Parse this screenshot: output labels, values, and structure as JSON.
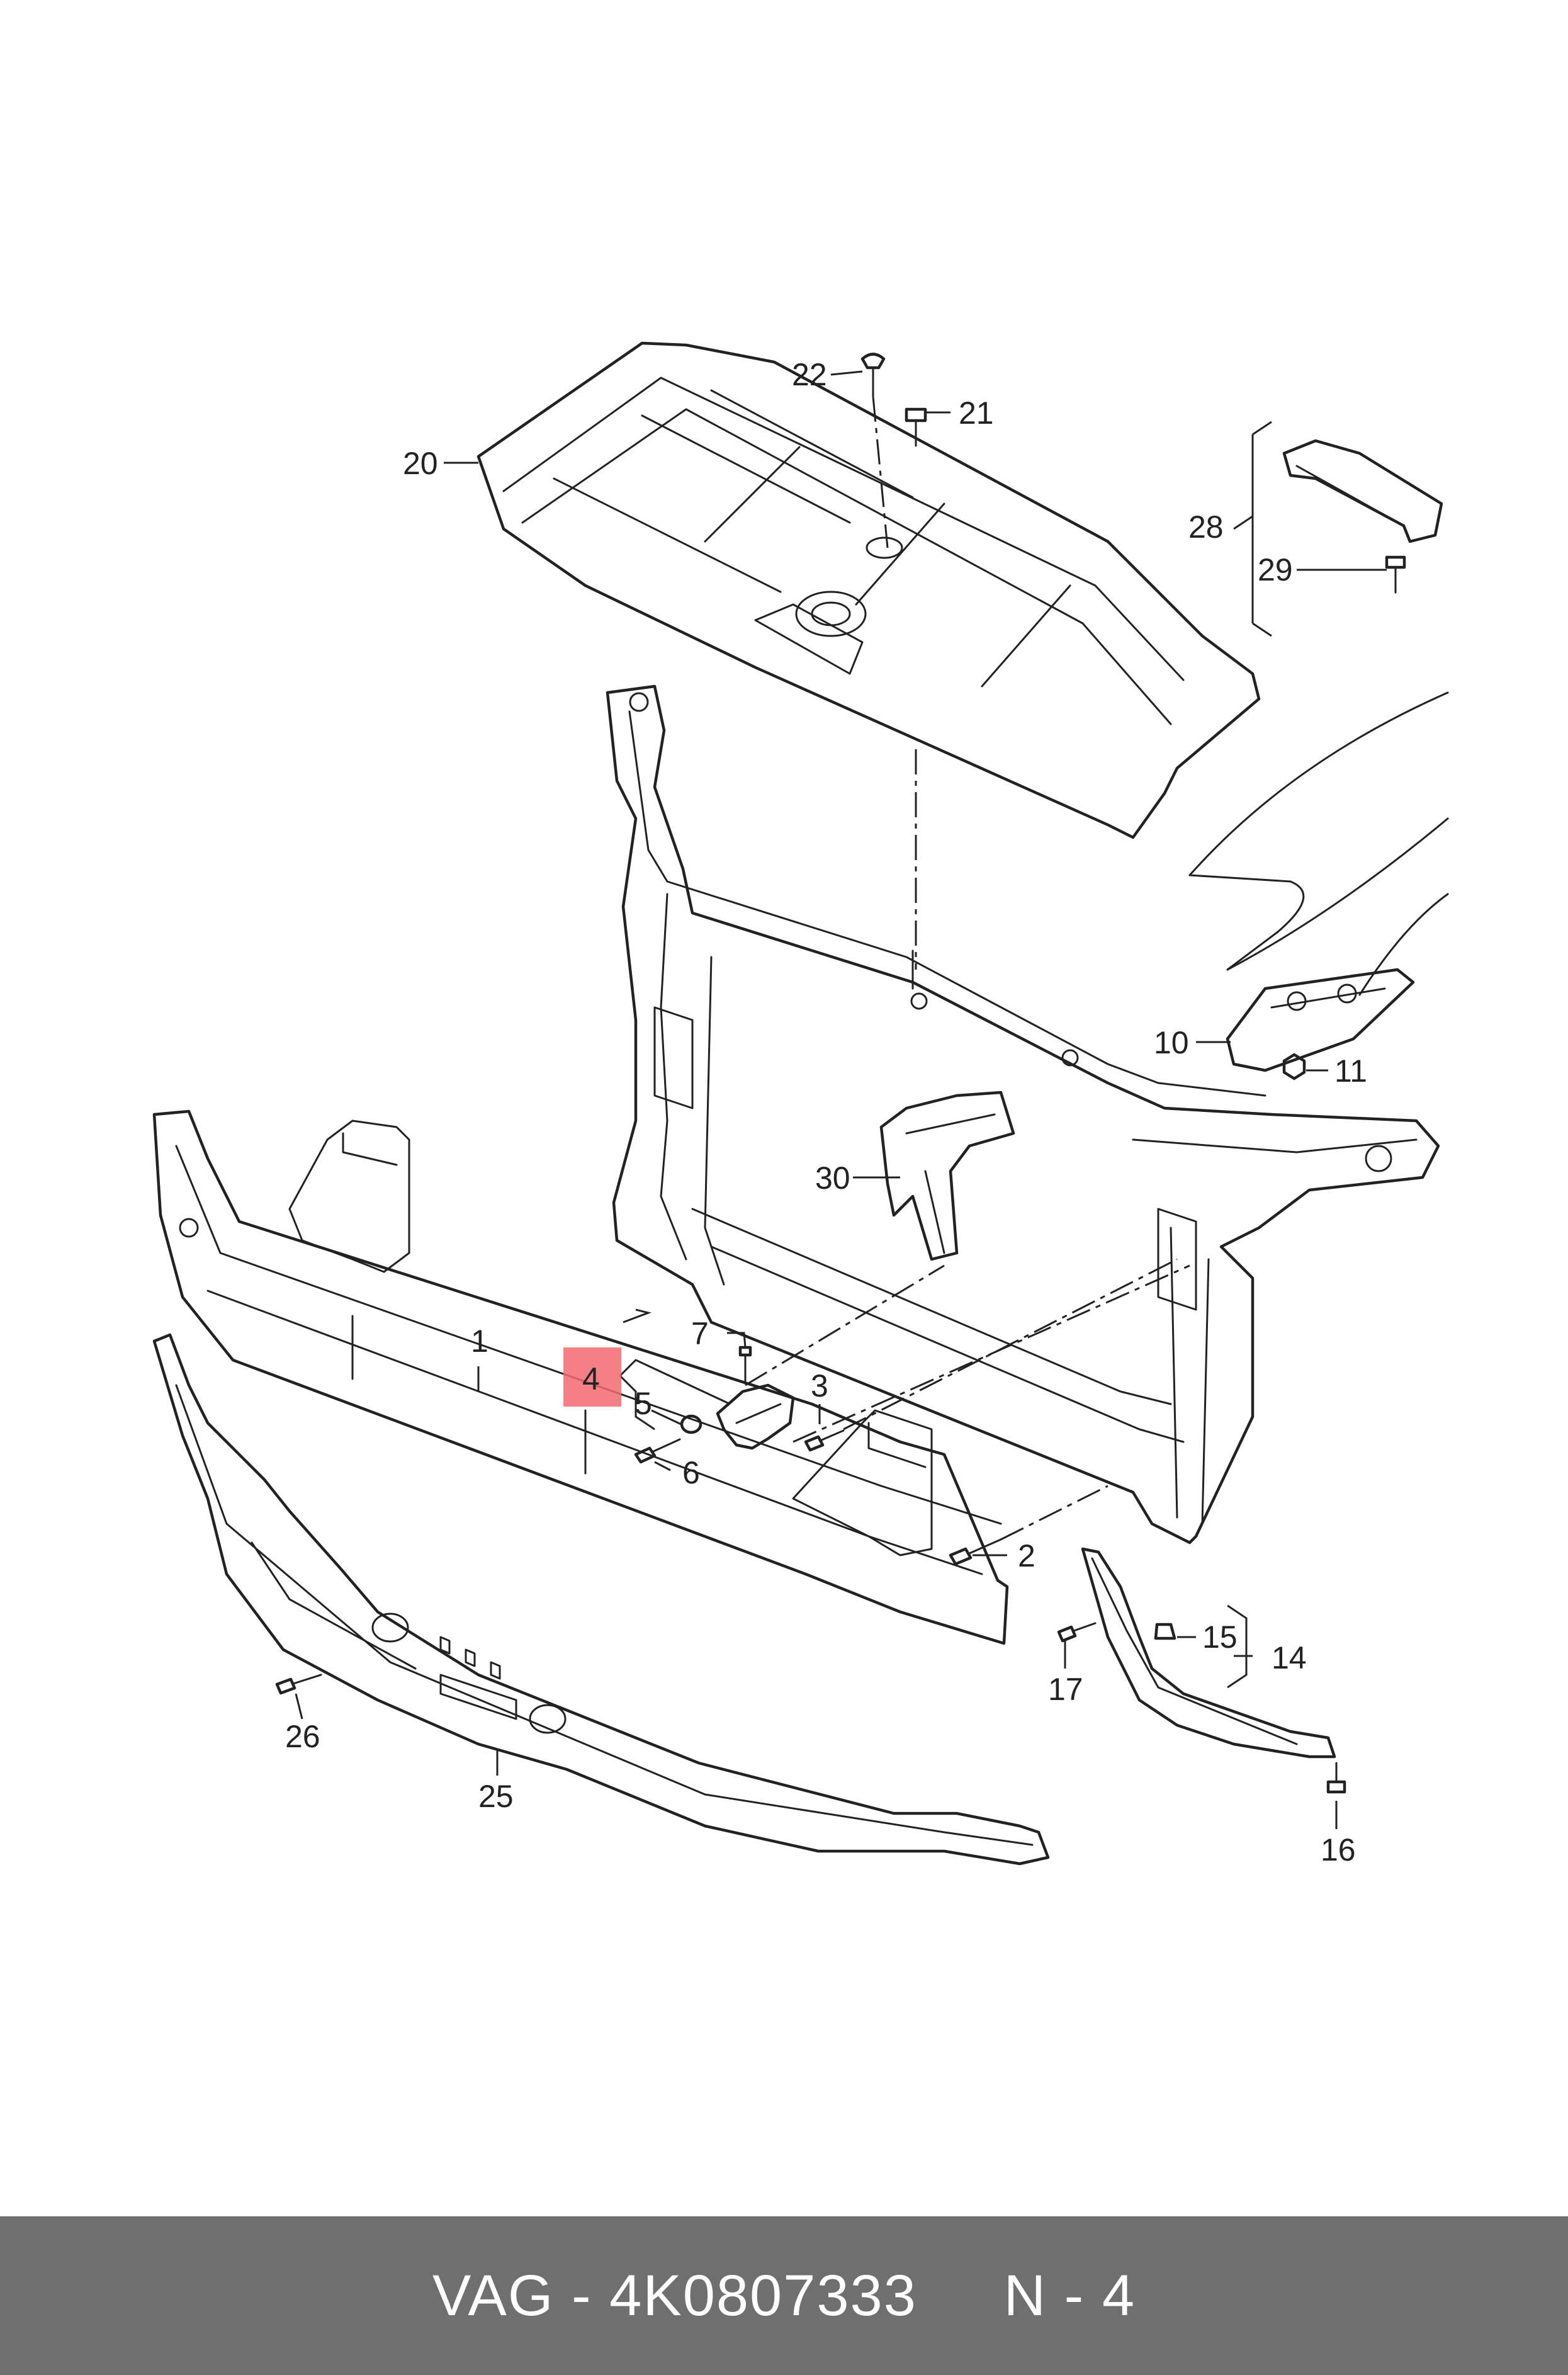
{
  "diagram": {
    "callouts": [
      "1",
      "2",
      "3",
      "4",
      "5",
      "6",
      "7",
      "10",
      "11",
      "14",
      "15",
      "16",
      "17",
      "20",
      "21",
      "22",
      "25",
      "26",
      "28",
      "29",
      "30"
    ],
    "highlighted_callout": "4",
    "highlight_color": "#f26a70"
  },
  "footer": {
    "brand": "VAG",
    "part_number": "4K0807333",
    "position": "N - 4",
    "text": "VAG - 4K0807333     N - 4",
    "background": "#6f6f6f"
  }
}
